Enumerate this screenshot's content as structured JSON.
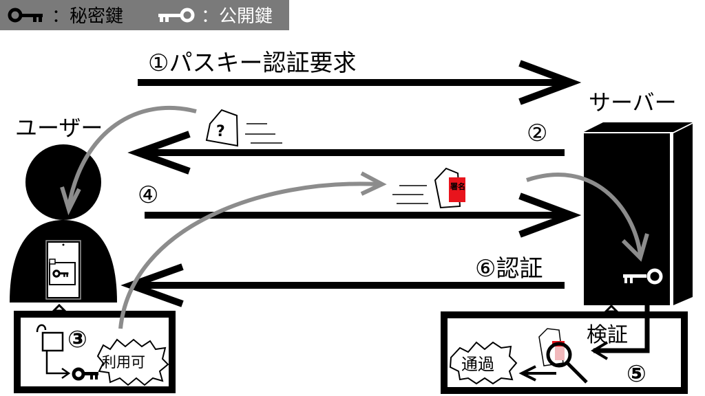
{
  "legend": {
    "private_key_label": "：秘密鍵",
    "public_key_label": "：公開鍵"
  },
  "steps": {
    "step1": "①パスキー認証要求",
    "step2": "②",
    "step3": "③",
    "step4": "④",
    "step5": "⑤",
    "step6": "⑥認証"
  },
  "actors": {
    "user": "ユーザー",
    "server": "サーバー"
  },
  "user_box": {
    "badge": "利用可"
  },
  "server_box": {
    "verify_label": "検証",
    "badge": "通過"
  },
  "documents": {
    "challenge_mark": "?",
    "signature_stamp": "署名"
  },
  "colors": {
    "legend_bg": "#7a7a7a",
    "curve": "#8c8c8c",
    "stamp": "#e8141c"
  }
}
